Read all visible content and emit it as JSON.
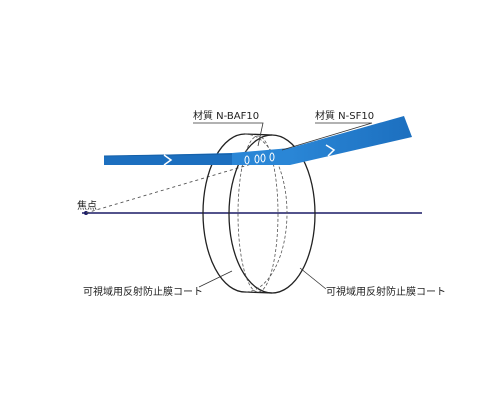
{
  "labels": {
    "material_front": "材質 N-BAF10",
    "material_back": "材質 N-SF10",
    "focal_point": "焦点",
    "coating_left": "可視域用反射防止膜コート",
    "coating_right": "可視域用反射防止膜コート"
  },
  "colors": {
    "beam": "#1c6fbf",
    "beam_light": "#4aa0e6",
    "optical_axis": "#1a1a66",
    "lens_outline": "#222222",
    "leader": "#333333"
  }
}
